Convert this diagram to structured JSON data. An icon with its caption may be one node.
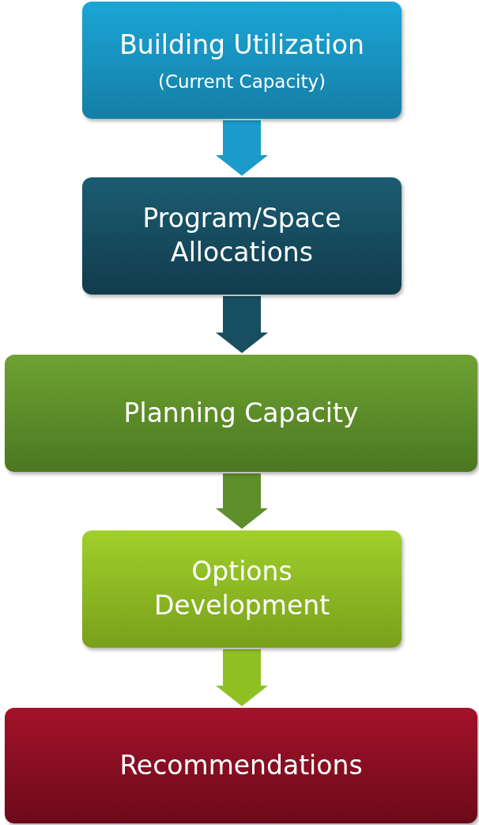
{
  "diagram": {
    "nodes": [
      {
        "text": [
          "Building Utilization",
          "(Current Capacity)"
        ]
      },
      {
        "text": [
          "Program/Space Allocations"
        ]
      },
      {
        "text": [
          "Planning Capacity"
        ]
      },
      {
        "text": [
          "Options Development"
        ]
      },
      {
        "text": [
          "Recommendations"
        ]
      }
    ],
    "edges": [
      {
        "from": 0,
        "to": 1,
        "arrow": "to",
        "color": "#1a9bc9"
      },
      {
        "from": 1,
        "to": 2,
        "arrow": "to",
        "color": "#174e62"
      },
      {
        "from": 2,
        "to": 3,
        "arrow": "to",
        "color": "#5f8f2b"
      },
      {
        "from": 3,
        "to": 4,
        "arrow": "to",
        "color": "#8fc023"
      }
    ]
  }
}
